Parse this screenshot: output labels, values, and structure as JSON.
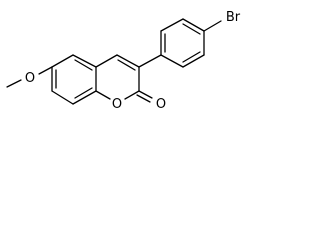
{
  "molecule": {
    "atoms": {
      "methoxy_o": "O",
      "ring_o": "O",
      "carbonyl_o": "O",
      "bromine": "Br"
    },
    "colors": {
      "bond": "#000000",
      "label": "#000000",
      "background": "#ffffff"
    }
  }
}
